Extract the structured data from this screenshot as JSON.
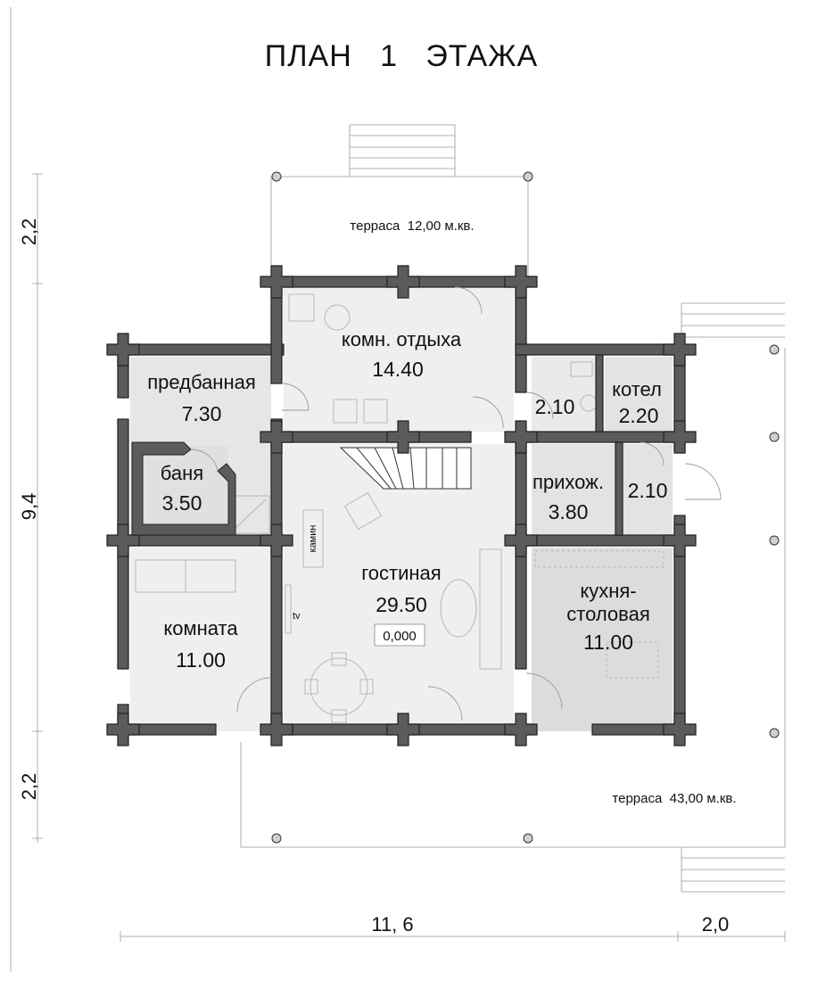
{
  "title": "ПЛАН   1   ЭТАЖА",
  "terraces": {
    "top": "терраса  12,00 м.кв.",
    "bottom": "терраса  43,00 м.кв."
  },
  "rooms": {
    "rest_room": {
      "name": "комн. отдыха",
      "area": "14.40"
    },
    "pre_bath": {
      "name": "предбанная",
      "area": "7.30"
    },
    "bath": {
      "name": "баня",
      "area": "3.50"
    },
    "bathroom": {
      "area": "2.10"
    },
    "boiler": {
      "name": "котел",
      "area": "2.20"
    },
    "hall": {
      "name": "прихож.",
      "area": "3.80"
    },
    "vestibule": {
      "area": "2.10"
    },
    "living": {
      "name": "гостиная",
      "area": "29.50",
      "level": "0,000"
    },
    "room": {
      "name": "комната",
      "area": "11.00"
    },
    "kitchen": {
      "name_line1": "кухня-",
      "name_line2": "столовая",
      "area": "11.00"
    }
  },
  "fixtures": {
    "fireplace": "камин",
    "tv": "tv"
  },
  "dimensions": {
    "left_top": "2,2",
    "left_middle": "9,4",
    "left_bottom": "2,2",
    "bottom_main": "11, 6",
    "bottom_right": "2,0"
  }
}
